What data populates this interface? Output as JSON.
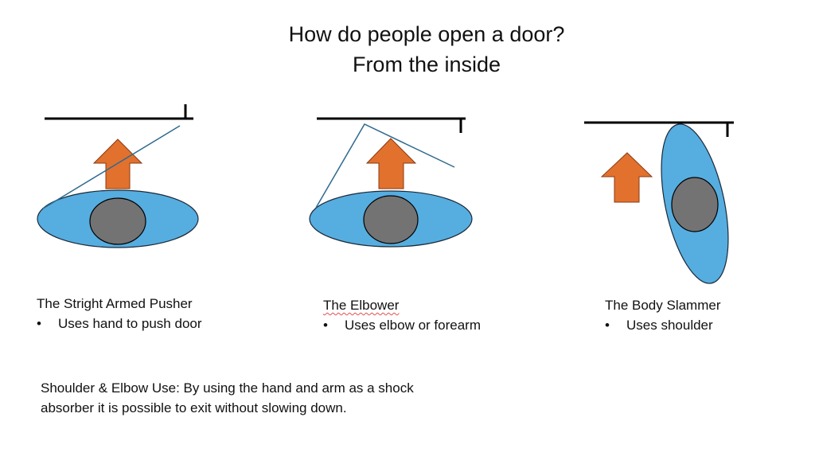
{
  "title": {
    "line1": "How do people open a door?",
    "line2": "From the inside"
  },
  "colors": {
    "body": "#56ade0",
    "body_stroke": "#1b2a3a",
    "head": "#737373",
    "arrow": "#e2712e",
    "arrow_stroke": "#8a3a12",
    "arm": "#2e6a8e",
    "door": "#000000"
  },
  "types": [
    {
      "name": "The Stright Armed Pusher",
      "bullet": "Uses hand to push door",
      "icon": "straight-arm-pusher-figure"
    },
    {
      "name": "The Elbower",
      "bullet": "Uses elbow or forearm",
      "icon": "elbower-figure"
    },
    {
      "name": "The Body Slammer",
      "bullet": "Uses shoulder",
      "icon": "body-slammer-figure"
    }
  ],
  "bullet_glyph": "•",
  "note": "Shoulder & Elbow Use:  By using the hand and arm as a shock absorber it is possible to exit without slowing down."
}
